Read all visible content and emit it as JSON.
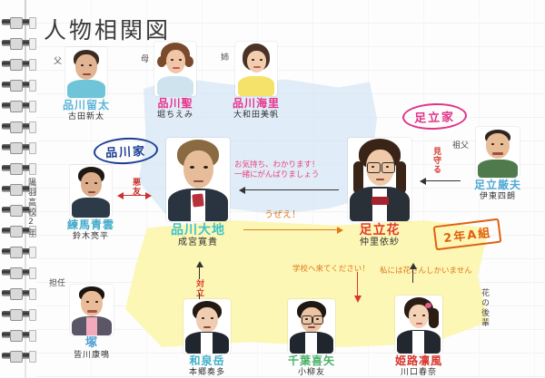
{
  "page": {
    "title": "人物相関図",
    "school_label": "陽羽高校2年",
    "junior_label": "花の後輩"
  },
  "groups": [
    {
      "name": "品川家",
      "color": "#1c3f94"
    },
    {
      "name": "足立家",
      "color": "#e0348a"
    }
  ],
  "class_tag": "2年A組",
  "people": [
    {
      "id": "father",
      "role": "父",
      "character": "品川留太",
      "actor": "古田新太",
      "name_color": "#59b4d9"
    },
    {
      "id": "mother",
      "role": "母",
      "character": "品川聖",
      "actor": "堀ちえみ",
      "name_color": "#e8338c"
    },
    {
      "id": "sister",
      "role": "姉",
      "character": "品川海里",
      "actor": "大和田美帆",
      "name_color": "#e8338c"
    },
    {
      "id": "grandpa",
      "role": "祖父",
      "character": "足立厳夫",
      "actor": "伊東四朗",
      "name_color": "#4fa8d8"
    },
    {
      "id": "friend",
      "role": "",
      "character": "練馬青雲",
      "actor": "鈴木亮平",
      "name_color": "#3fa9c9"
    },
    {
      "id": "daichi",
      "role": "",
      "character": "品川大地",
      "actor": "成宮寛貴",
      "name_color": "#3fc3c9"
    },
    {
      "id": "hana",
      "role": "",
      "character": "足立花",
      "actor": "仲里依紗",
      "name_color": "#e23b2e"
    },
    {
      "id": "teacher",
      "role": "担任",
      "character": "塚",
      "actor": "皆川康鳴",
      "name_color": "#4f9fd0"
    },
    {
      "id": "izumi",
      "role": "",
      "character": "和泉岳",
      "actor": "本郷奏多",
      "name_color": "#3fb0c9"
    },
    {
      "id": "chiba",
      "role": "",
      "character": "千葉喜矢",
      "actor": "小柳友",
      "name_color": "#49b36a"
    },
    {
      "id": "himeji",
      "role": "",
      "character": "姫路凛風",
      "actor": "川口春奈",
      "name_color": "#d8342a"
    }
  ],
  "relations": [
    {
      "id": "akuyu",
      "label": "悪友",
      "color": "#c9312c"
    },
    {
      "id": "mimamoru",
      "label": "見守る",
      "color": "#d8392f"
    },
    {
      "id": "tairitsu",
      "label": "対立",
      "color": "#d8392f"
    },
    {
      "id": "quote_hana_to_daichi",
      "label_line1": "お気持ち、わかります！",
      "label_line2": "一緒にがんばりましょう",
      "color": "#e8447f"
    },
    {
      "id": "quote_daichi_to_hana",
      "label": "うぜえ！",
      "color": "#e07a1c"
    },
    {
      "id": "quote_to_school",
      "label": "学校へ来てください！",
      "color": "#e07a1c"
    },
    {
      "id": "quote_only_hana",
      "label": "私には花さんしかいません",
      "color": "#e07a1c"
    }
  ]
}
